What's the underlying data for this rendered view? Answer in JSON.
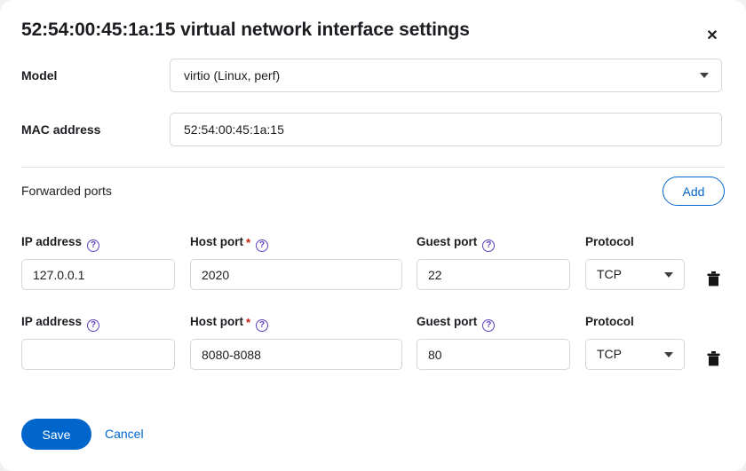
{
  "dialog": {
    "title": "52:54:00:45:1a:15 virtual network interface settings",
    "close_icon": "✕"
  },
  "form": {
    "model": {
      "label": "Model",
      "value": "virtio (Linux, perf)",
      "caret_icon": "chevron-down-icon"
    },
    "mac": {
      "label": "MAC address",
      "value": "52:54:00:45:1a:15"
    }
  },
  "forwarded_ports": {
    "section_label": "Forwarded ports",
    "add_label": "Add",
    "help_glyph": "?",
    "required_glyph": "*",
    "columns": [
      {
        "key": "ip",
        "label": "IP address",
        "help": true,
        "required": false
      },
      {
        "key": "host",
        "label": "Host port",
        "help": true,
        "required": true
      },
      {
        "key": "guest",
        "label": "Guest port",
        "help": true,
        "required": false
      },
      {
        "key": "protocol",
        "label": "Protocol",
        "help": false,
        "required": false
      }
    ],
    "rows": [
      {
        "ip": "127.0.0.1",
        "ip_placeholder": "",
        "host": "2020",
        "guest": "22",
        "protocol": "TCP",
        "delete_icon": "trash-icon"
      },
      {
        "ip": "",
        "ip_placeholder": "",
        "host": "8080-8088",
        "guest": "80",
        "protocol": "TCP",
        "delete_icon": "trash-icon"
      }
    ]
  },
  "footer": {
    "save_label": "Save",
    "cancel_label": "Cancel"
  },
  "colors": {
    "accent_blue": "#0066cc",
    "help_purple": "#5e40be",
    "required_red": "#c9190b",
    "text": "#1b1d21",
    "border": "#d6d6d6"
  }
}
